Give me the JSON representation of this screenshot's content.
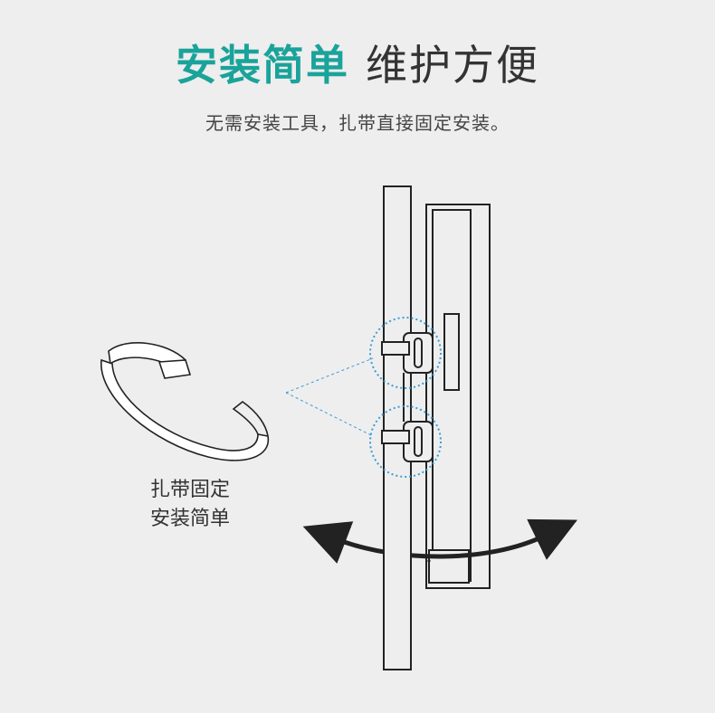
{
  "headline": {
    "accent": "安装简单",
    "rest": "维护方便"
  },
  "subtitle": "无需安装工具，扎带直接固定安装。",
  "strap_label": {
    "line1": "扎带固定",
    "line2": "安装简单"
  },
  "colors": {
    "accent": "#1aa39a",
    "dotted_circle": "#3a9bd8",
    "stroke": "#222222"
  }
}
